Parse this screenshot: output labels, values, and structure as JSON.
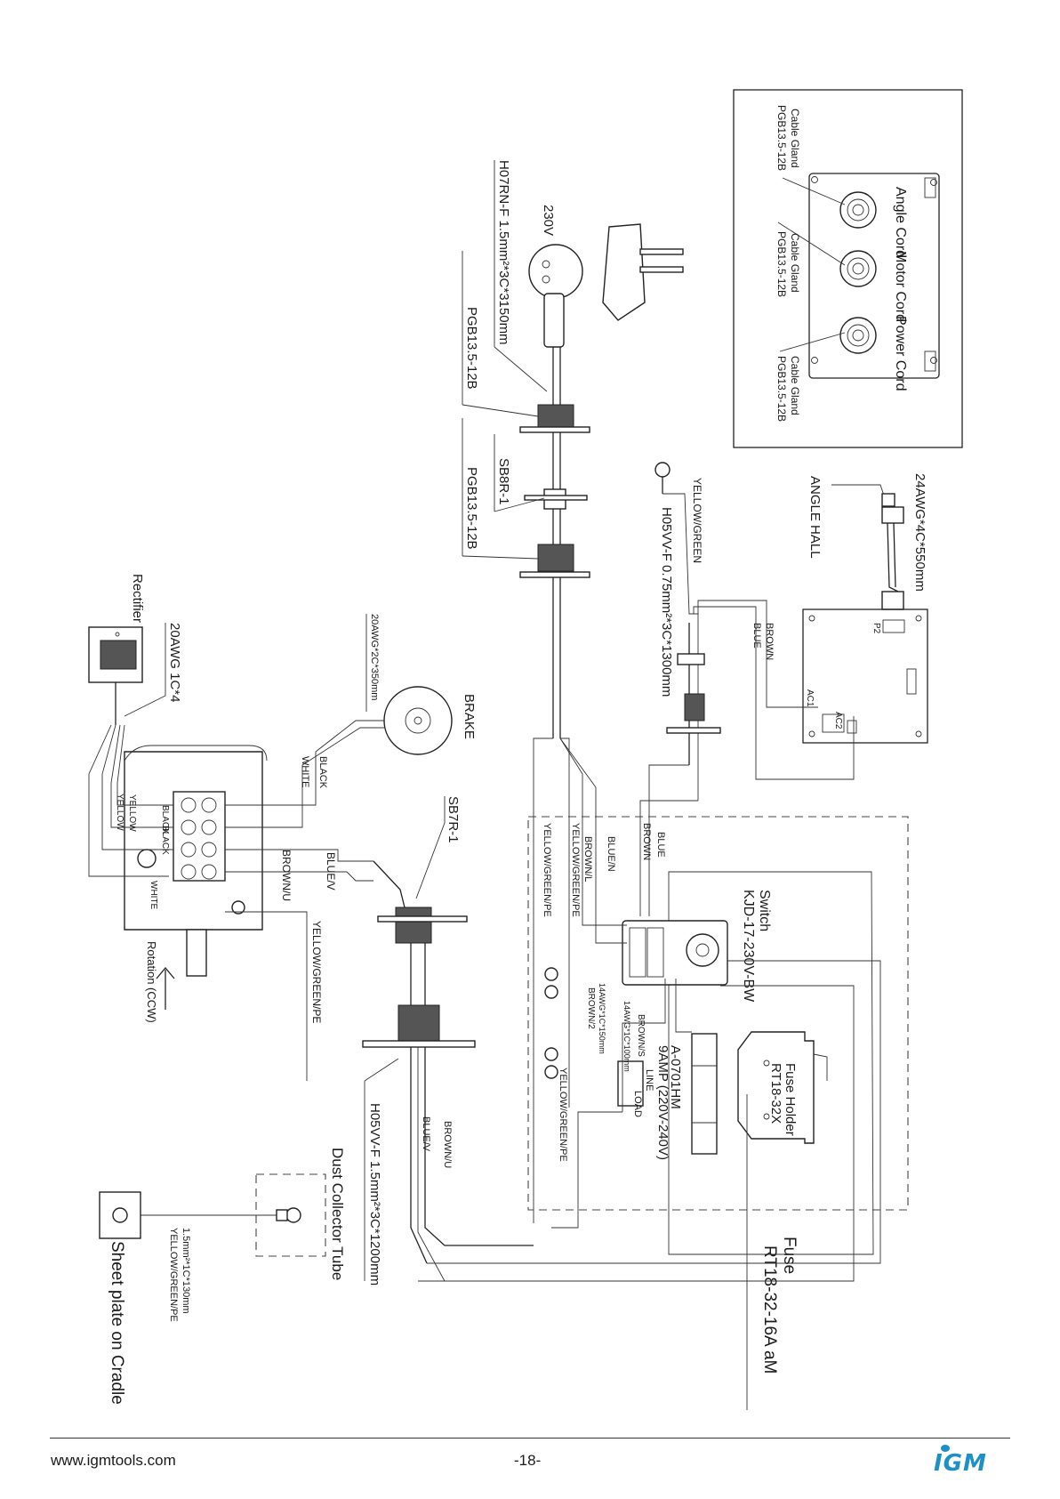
{
  "cable_gland_panel": {
    "angle_cord": "Angle Cord",
    "motor_cord": "Motor Cord",
    "power_cord": "Power Cord",
    "gland_label": "Cable Gland",
    "gland_model": "PGB13.5-12B"
  },
  "labels": {
    "volt": "230V",
    "power_cable": "H07RN-F 1.5mm²*3C*3150mm",
    "pgb_upper": "PGB13.5-12B",
    "sb8r": "SB8R-1",
    "pgb_lower": "PGB13.5-12B",
    "yellow_green": "YELLOW/GREEN",
    "h05_cable": "H05VV-F 0.75mm²*3C*1300mm",
    "awg_hall": "24AWG*4C*550mm",
    "angle_hall": "ANGLE HALL",
    "p2": "P2",
    "ac1": "AC1",
    "ac2": "AC2",
    "brown": "BROWN",
    "blue": "BLUE",
    "rectifier": "Rectifier",
    "awg_rect": "20AWG 1C*4",
    "awg_brake": "20AWG*2C*350mm",
    "brake": "BRAKE",
    "black": "BLACK",
    "white": "WHITE",
    "sb7r": "SB7R-1",
    "brown_u": "BROWN/U",
    "blue_v": "BLUE/V",
    "yellow": "YELLOW",
    "white_term": "WHITE",
    "yellow_green_pe": "YELLOW/GREEN/PE",
    "rotation": "Rotation (CCW)",
    "switch_title": "Switch",
    "switch_model": "KJD-17-230V-BW",
    "blue_n": "BLUE/N",
    "brown_l": "BROWN/L",
    "yg_pe_1": "YELLOW/GREEN/PE",
    "yg_pe_2": "YELLOW/GREEN/PE",
    "brown_wire": "BROWN",
    "blue_wire": "BLUE",
    "awg14_a": "14AWG*1C*100mm",
    "brown_s": "BROWN/S",
    "awg14_b": "14AWG*1C*150mm",
    "brown_2": "BROWN/2",
    "breaker_model": "A-0701HM",
    "breaker_rating": "9AMP (220V-240V)",
    "line": "LINE",
    "load": "LOAD",
    "fuse_holder": "Fuse Holder",
    "fuse_holder_model": "RT18-32X",
    "yg_pe_3": "YELLOW/GREEN/PE",
    "brown_u_2": "BROWN/U",
    "blue_v_2": "BLUE/V",
    "motor_cable": "H05VV-F 1.5mm²*3C*1200mm",
    "dust_collector": "Dust Collector Tube",
    "ground_cable": "1.5mm²*1C*130mm",
    "ground_colour": "YELLOW/GREEN/PE",
    "sheet_plate": "Sheet plate on Cradle",
    "fuse": "Fuse",
    "fuse_model": "RT18-32-16A aM",
    "term_black_1": "BLACK",
    "term_black_2": "BLACK",
    "term_yellow": "YELLOW"
  },
  "footer": {
    "url": "www.igmtools.com",
    "page": "-18-",
    "logo": "IGM"
  },
  "colors": {
    "ink": "#1a1a1a",
    "logo": "#1e90c8"
  }
}
